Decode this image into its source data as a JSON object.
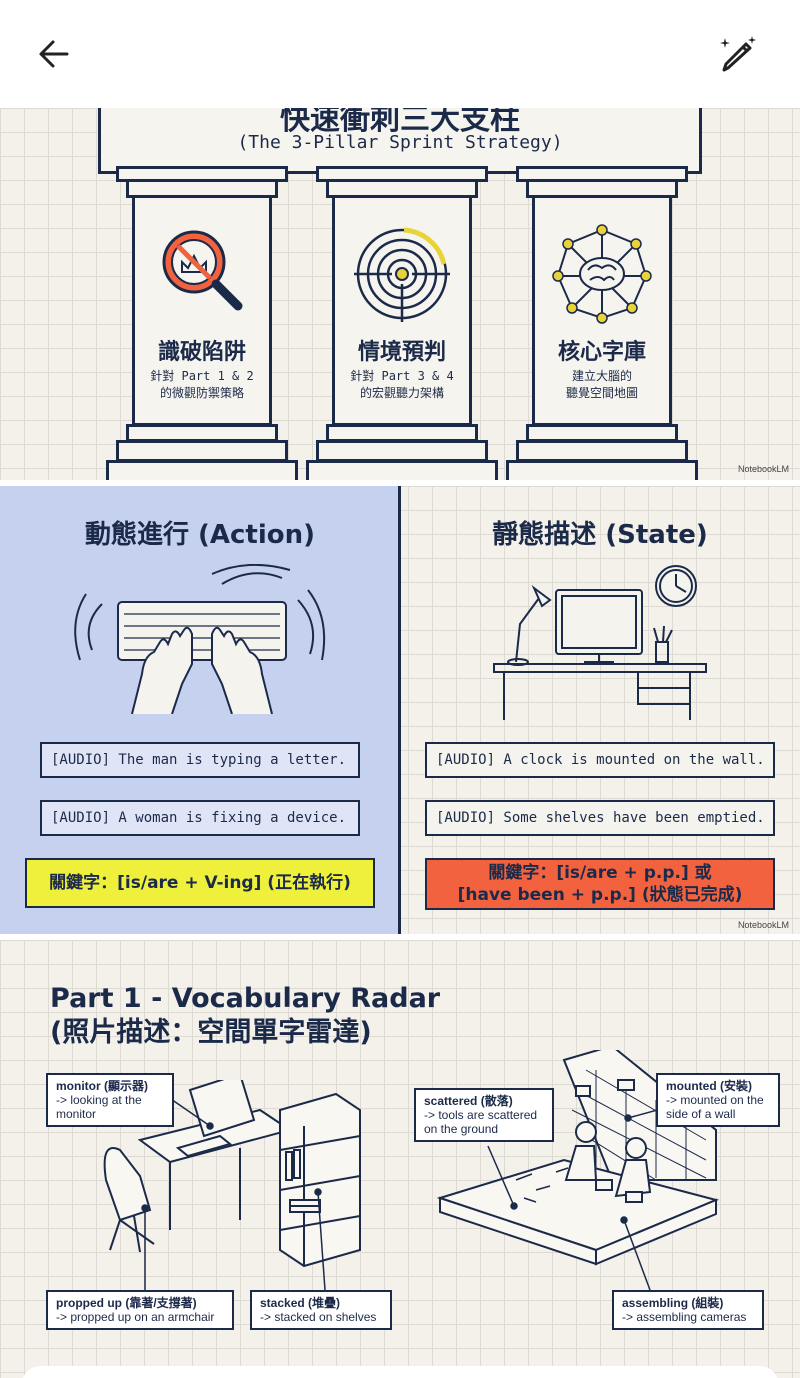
{
  "toolbar": {
    "back_icon": "arrow-left-icon",
    "magic_icon": "magic-wand-pencil-icon"
  },
  "slide1": {
    "title": "快速衝刺三大支柱",
    "subtitle": "(The 3-Pillar Sprint Strategy)",
    "pillars": [
      {
        "icon": "no-trap-magnifier-icon",
        "title": "識破陷阱",
        "desc1": "針對 Part 1 & 2",
        "desc2": "的微觀防禦策略"
      },
      {
        "icon": "target-radar-icon",
        "title": "情境預判",
        "desc1": "針對 Part 3 & 4",
        "desc2": "的宏觀聽力架構"
      },
      {
        "icon": "brain-network-icon",
        "title": "核心字庫",
        "desc1": "建立大腦的",
        "desc2": "聽覺空間地圖"
      }
    ],
    "watermark": "NotebookLM"
  },
  "slide2": {
    "left": {
      "title": "動態進行 (Action)",
      "audio1": "[AUDIO] The man is typing a letter.",
      "audio2": "[AUDIO] A woman is fixing a device.",
      "keyword": "關鍵字：[is/are + V-ing] (正在執行)"
    },
    "right": {
      "title": "靜態描述 (State)",
      "audio1": "[AUDIO] A clock is mounted on the wall.",
      "audio2": "[AUDIO] Some shelves have been emptied.",
      "keyword_line1": "關鍵字：[is/are + p.p.] 或",
      "keyword_line2": "[have been + p.p.] (狀態已完成)"
    },
    "watermark": "NotebookLM",
    "colors": {
      "left_bg": "#c6d1ef",
      "yellow": "#eef03c",
      "red": "#f3623f",
      "navy": "#1c2a4a"
    }
  },
  "slide3": {
    "title_line1": "Part 1 - Vocabulary Radar",
    "title_line2": "(照片描述：空間單字雷達)",
    "labels": {
      "monitor_term": "monitor (顯示器)",
      "monitor_line1": "-> looking at the",
      "monitor_line2": "monitor",
      "propped_term": "propped up (靠著/支撐著)",
      "propped_line1": "-> propped up on an armchair",
      "stacked_term": "stacked (堆疊)",
      "stacked_line1": "-> stacked on shelves",
      "scattered_term": "scattered (散落)",
      "scattered_line1": "-> tools are scattered",
      "scattered_line2": "on the ground",
      "mounted_term": "mounted (安裝)",
      "mounted_line1": "-> mounted on the",
      "mounted_line2": "side of a wall",
      "assembling_term": "assembling (組裝)",
      "assembling_line1": "-> assembling cameras"
    }
  }
}
